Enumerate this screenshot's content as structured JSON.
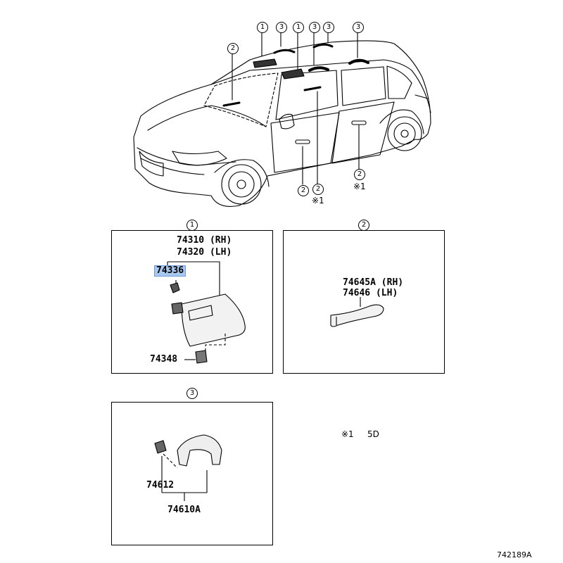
{
  "callout_numbers": {
    "one": "1",
    "two": "2",
    "three": "3"
  },
  "car_notes": {
    "note_a": "※1",
    "note_b": "※1"
  },
  "panel1": {
    "header": "1",
    "part_rh": "74310 (RH)",
    "part_lh": "74320 (LH)",
    "part_highlight": "74336",
    "part_clip": "74348"
  },
  "panel2": {
    "header": "2",
    "part_rh": "74645A (RH)",
    "part_lh": "74646 (LH)"
  },
  "panel3": {
    "header": "3",
    "part_a": "74612",
    "part_b": "74610A"
  },
  "footnote": {
    "mark": "※1",
    "text": "5D"
  },
  "diagram_code": "742189A",
  "colors": {
    "highlight": "#a9c8f0",
    "line": "#000000"
  }
}
